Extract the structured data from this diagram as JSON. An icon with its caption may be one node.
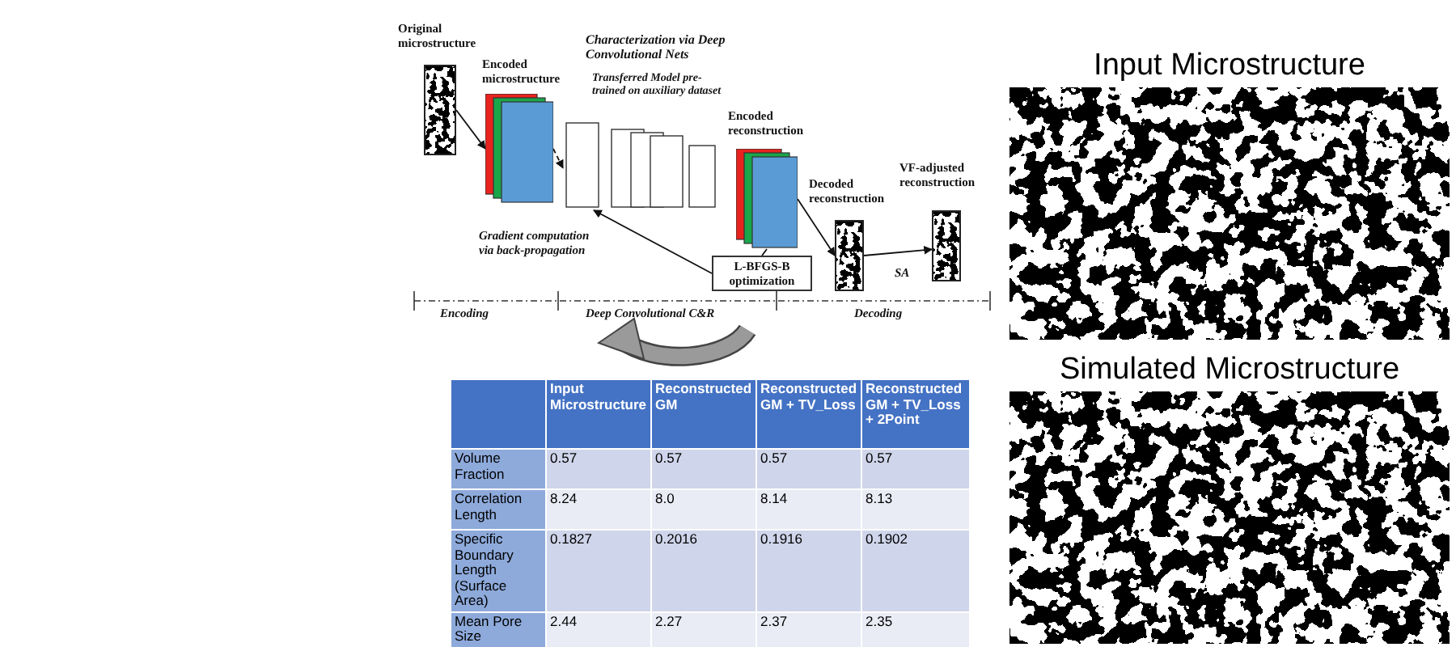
{
  "diagram": {
    "nodes": [
      {
        "text": [
          "Original microstructure"
        ]
      },
      {
        "text": [
          "Encoded microstructure"
        ]
      },
      {
        "text": [],
        "shape": "picture"
      },
      {
        "text": [
          "Encoded reconstruction"
        ]
      },
      {
        "text": [
          "Decoded reconstruction"
        ]
      },
      {
        "text": [
          "VF-adjusted reconstruction"
        ]
      },
      {
        "text": [
          "L-BFGS-B optimization"
        ]
      },
      {
        "text": [
          "Input Microstructure"
        ]
      },
      {
        "text": [
          "Simulated Microstructure"
        ]
      }
    ],
    "edges": [
      {
        "from": 0,
        "to": 1,
        "arrow": "to"
      },
      {
        "from": 1,
        "to": 2,
        "arrow": "to",
        "style": "dashed"
      },
      {
        "from": 3,
        "to": 4,
        "arrow": "to"
      },
      {
        "from": 4,
        "to": 5,
        "arrow": "to",
        "label": "SA"
      },
      {
        "from": 6,
        "to": 2,
        "arrow": "to",
        "label": "Gradient computation via back-propagation"
      },
      {
        "from": 6,
        "to": 3,
        "arrow": "none"
      }
    ],
    "labels": [
      "Characterization via Deep Convolutional Nets",
      "Transferred Model pre-trained on auxiliary dataset",
      "Encoding",
      "Deep Convolutional C&R",
      "Decoding",
      "Input Microstructure",
      "Reconstructed GM",
      "Reconstructed GM + TV_Loss",
      "Reconstructed GM + TV_Loss + 2Point",
      "Volume Fraction",
      "0.57",
      "0.57",
      "0.57",
      "0.57",
      "Correlation Length",
      "8.24",
      "8.0",
      "8.14",
      "8.13",
      "Specific Boundary Length (Surface Area)",
      "0.1827",
      "0.2016",
      "0.1916",
      "0.1902",
      "Mean Pore Size",
      "2.44",
      "2.27",
      "2.37",
      "2.35"
    ]
  }
}
